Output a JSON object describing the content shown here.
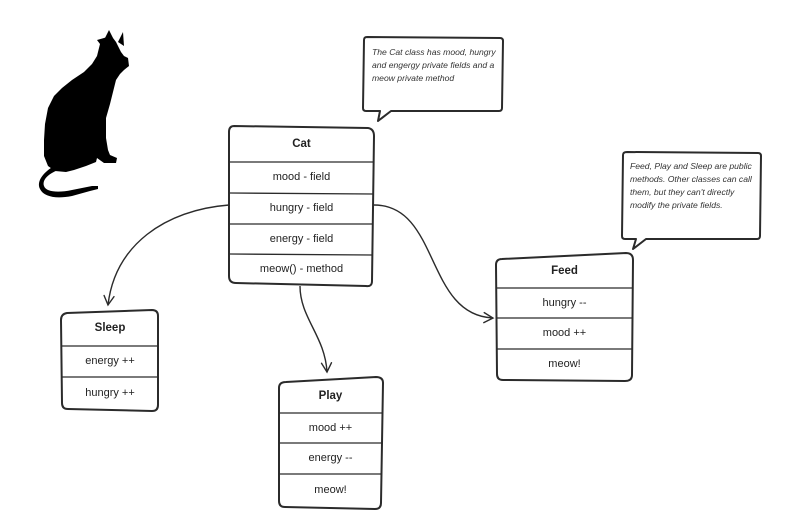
{
  "notes": {
    "cat_class": "The Cat class has mood, hungry and engergy private fields and a meow private method",
    "public_methods": "Feed, Play and Sleep are public methods. Other classes can call them, but they can't directly modify the private fields."
  },
  "cat": {
    "title": "Cat",
    "rows": [
      "mood - field",
      "hungry - field",
      "energy - field",
      "meow() - method"
    ]
  },
  "sleep": {
    "title": "Sleep",
    "rows": [
      "energy ++",
      "hungry ++"
    ]
  },
  "play": {
    "title": "Play",
    "rows": [
      "mood ++",
      "energy --",
      "meow!"
    ]
  },
  "feed": {
    "title": "Feed",
    "rows": [
      "hungry --",
      "mood ++",
      "meow!"
    ]
  },
  "colors": {
    "stroke": "#2b2b2b",
    "silhouette": "#000000"
  },
  "icons": {
    "cat_silhouette": "cat-silhouette-icon"
  }
}
